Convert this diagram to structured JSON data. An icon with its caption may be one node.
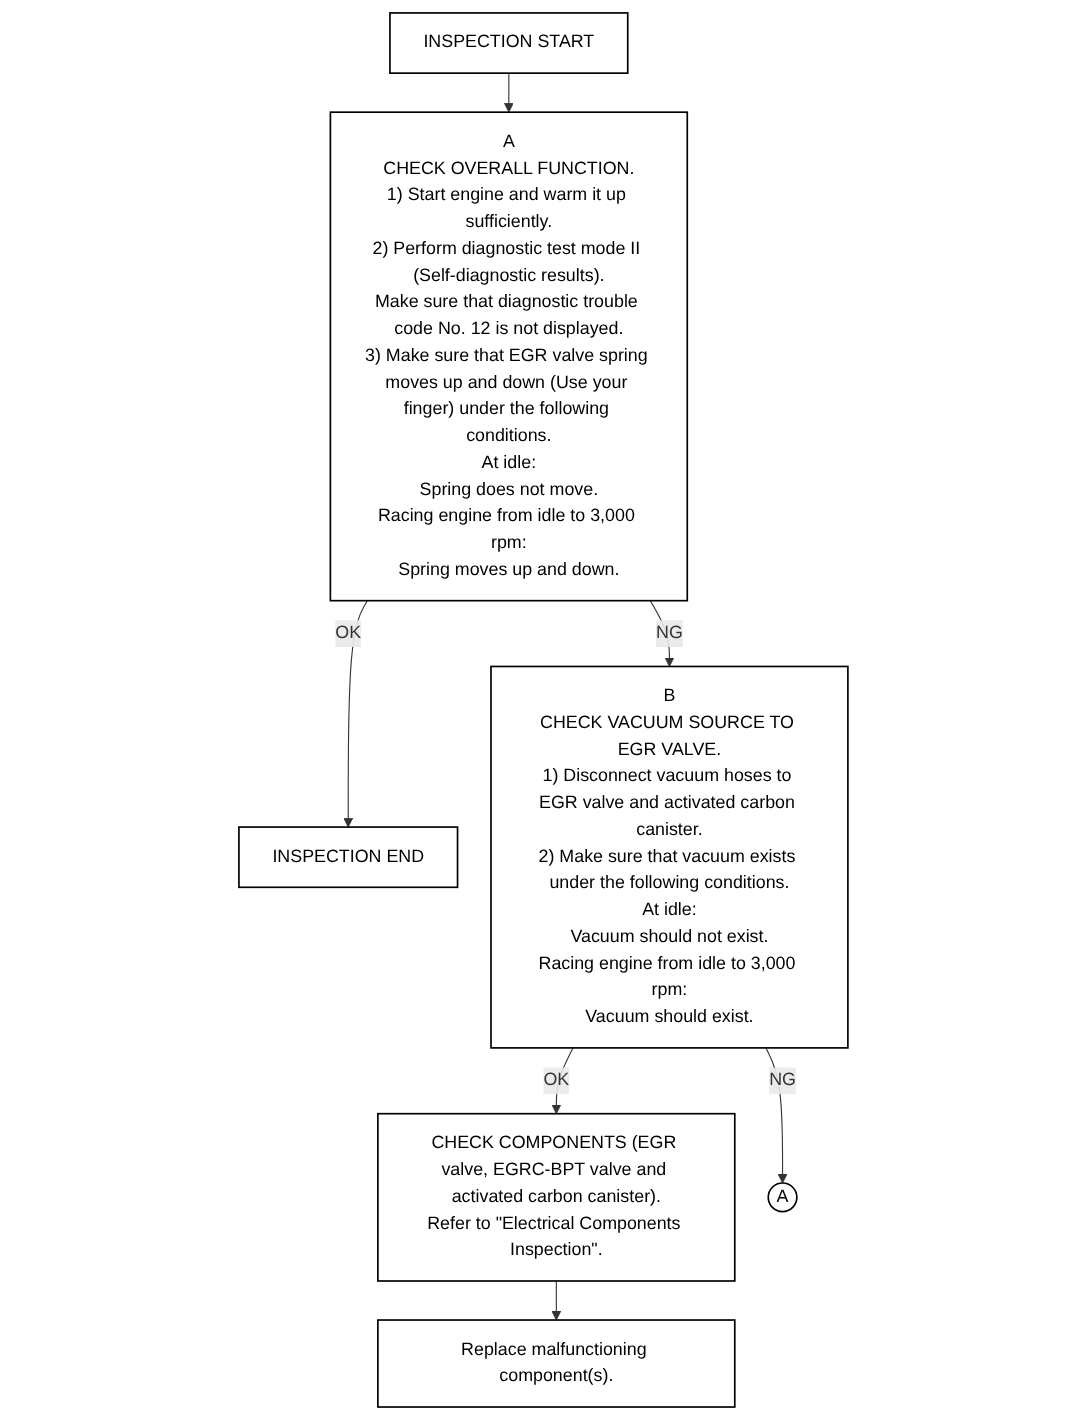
{
  "diagram": {
    "nodes": [
      {
        "text": [
          "INSPECTION START"
        ]
      },
      {
        "text": [
          "A",
          "CHECK OVERALL FUNCTION.",
          "1) Start engine and warm it up sufficiently.",
          "2) Perform diagnostic test mode II (Self-diagnostic results).",
          "Make sure that diagnostic trouble code No. 12 is not displayed.",
          "3) Make sure that EGR valve spring moves up and down (Use your finger) under the following conditions.",
          "At idle:",
          "Spring does not move.",
          "Racing engine from idle to 3,000 rpm:",
          "Spring moves up and down."
        ]
      },
      {
        "text": [
          "INSPECTION END"
        ]
      },
      {
        "text": [
          "B",
          "CHECK VACUUM SOURCE TO EGR VALVE.",
          "1) Disconnect vacuum hoses to EGR valve and activated carbon canister.",
          "2) Make sure that vacuum exists under the following conditions.",
          "At idle:",
          "Vacuum should not exist.",
          "Racing engine from idle to 3,000 rpm:",
          "Vacuum should exist."
        ]
      },
      {
        "text": [
          "CHECK COMPONENTS (EGR valve, EGRC-BPT valve and activated carbon canister).",
          "Refer to \"Electrical Components Inspection\"."
        ]
      },
      {
        "text": [
          "Replace malfunctioning component(s)."
        ]
      },
      {
        "text": [
          "A"
        ]
      }
    ],
    "edges": [
      {
        "from": 0,
        "to": 1,
        "arrow": "to"
      },
      {
        "from": 1,
        "to": 2,
        "arrow": "to",
        "label": "OK"
      },
      {
        "from": 1,
        "to": 3,
        "arrow": "to",
        "label": "NG"
      },
      {
        "from": 3,
        "to": 4,
        "arrow": "to",
        "label": "OK"
      },
      {
        "from": 4,
        "to": 5,
        "arrow": "to"
      },
      {
        "from": 3,
        "to": 6,
        "arrow": "to",
        "label": "NG"
      }
    ]
  }
}
